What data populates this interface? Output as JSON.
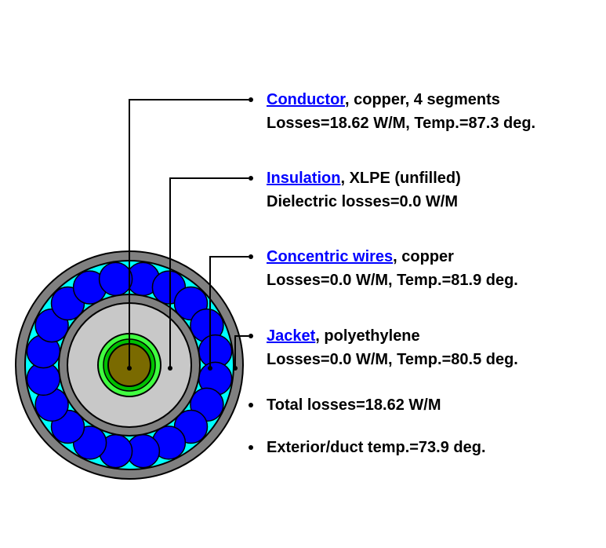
{
  "cable": {
    "conductor": {
      "link": "Conductor",
      "desc": ", copper, 4 segments",
      "detail": "Losses=18.62 W/M, Temp.=87.3 deg."
    },
    "insulation": {
      "link": "Insulation",
      "desc": ", XLPE (unfilled)",
      "detail": "Dielectric losses=0.0 W/M"
    },
    "concentric_wires": {
      "link": "Concentric wires",
      "desc": ", copper",
      "detail": "Losses=0.0 W/M, Temp.=81.9 deg."
    },
    "jacket": {
      "link": "Jacket",
      "desc": ", polyethylene",
      "detail": "Losses=0.0 W/M, Temp.=80.5 deg."
    },
    "total_losses": "Total losses=18.62 W/M",
    "exterior_temp": "Exterior/duct temp.=73.9 deg."
  },
  "colors": {
    "conductor": "#7a6a00",
    "conductor_ring_inner": "#00c000",
    "conductor_ring_outer": "#40ff40",
    "insulation": "#c8c8c8",
    "screen": "#808080",
    "bedding": "#00ffff",
    "wires": "#0000ff",
    "jacket": "#808080",
    "link": "#0000ff"
  },
  "wire_count": 20
}
